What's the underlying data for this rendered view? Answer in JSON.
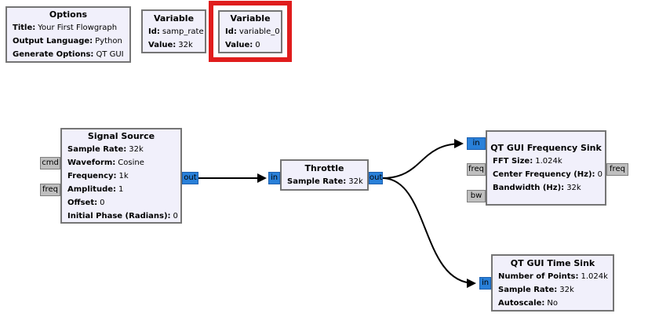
{
  "app": {
    "name": "GNU Radio Companion flowgraph canvas"
  },
  "colors": {
    "canvas_background": "#FFFFFF",
    "block_background": "#F1F0FB",
    "block_border": "#757575",
    "stream_port": "#2980D9",
    "message_port": "#BFBFBF",
    "wire": "#000000",
    "highlight_red": "#E01D1D"
  },
  "blocks": [
    {
      "name": "options",
      "title": "Options",
      "params": [
        {
          "label": "Title:",
          "value": "Your First Flowgraph"
        },
        {
          "label": "Output Language:",
          "value": "Python"
        },
        {
          "label": "Generate Options:",
          "value": "QT GUI"
        }
      ]
    },
    {
      "name": "variable-samp-rate",
      "title": "Variable",
      "params": [
        {
          "label": "Id:",
          "value": "samp_rate"
        },
        {
          "label": "Value:",
          "value": "32k"
        }
      ]
    },
    {
      "name": "variable-0",
      "title": "Variable",
      "highlighted": true,
      "params": [
        {
          "label": "Id:",
          "value": "variable_0"
        },
        {
          "label": "Value:",
          "value": "0"
        }
      ]
    },
    {
      "name": "signal-source",
      "title": "Signal Source",
      "params": [
        {
          "label": "Sample Rate:",
          "value": "32k"
        },
        {
          "label": "Waveform:",
          "value": "Cosine"
        },
        {
          "label": "Frequency:",
          "value": "1k"
        },
        {
          "label": "Amplitude:",
          "value": "1"
        },
        {
          "label": "Offset:",
          "value": "0"
        },
        {
          "label": "Initial Phase (Radians):",
          "value": "0"
        }
      ],
      "ports": {
        "cmd": "cmd",
        "freq": "freq",
        "out": "out"
      }
    },
    {
      "name": "throttle",
      "title": "Throttle",
      "params": [
        {
          "label": "Sample Rate:",
          "value": "32k"
        }
      ],
      "ports": {
        "in": "in",
        "out": "out"
      }
    },
    {
      "name": "qt-gui-frequency-sink",
      "title": "QT GUI Frequency Sink",
      "params": [
        {
          "label": "FFT Size:",
          "value": "1.024k"
        },
        {
          "label": "Center Frequency (Hz):",
          "value": "0"
        },
        {
          "label": "Bandwidth (Hz):",
          "value": "32k"
        }
      ],
      "ports": {
        "in": "in",
        "freq_left": "freq",
        "bw": "bw",
        "freq_right": "freq"
      }
    },
    {
      "name": "qt-gui-time-sink",
      "title": "QT GUI Time Sink",
      "params": [
        {
          "label": "Number of Points:",
          "value": "1.024k"
        },
        {
          "label": "Sample Rate:",
          "value": "32k"
        },
        {
          "label": "Autoscale:",
          "value": "No"
        }
      ],
      "ports": {
        "in": "in"
      }
    }
  ],
  "connections": [
    {
      "from": "signal-source.out",
      "to": "throttle.in"
    },
    {
      "from": "throttle.out",
      "to": "qt-gui-frequency-sink.in"
    },
    {
      "from": "throttle.out",
      "to": "qt-gui-time-sink.in"
    }
  ],
  "selection": {
    "highlighted_block": "variable-0"
  }
}
